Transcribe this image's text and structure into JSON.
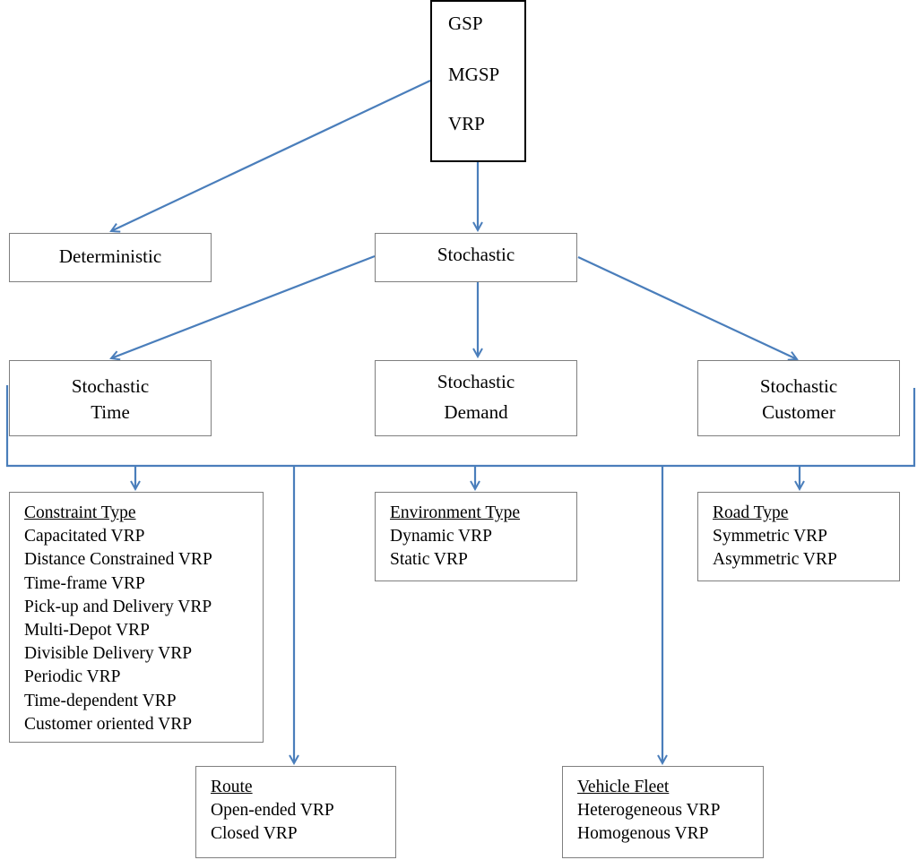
{
  "root": {
    "items": [
      "GSP",
      "MGSP",
      "VRP"
    ]
  },
  "level1": {
    "deterministic": "Deterministic",
    "stochastic": "Stochastic"
  },
  "level2": {
    "time": [
      "Stochastic",
      "Time"
    ],
    "demand": [
      "Stochastic",
      "Demand"
    ],
    "customer": [
      "Stochastic",
      "Customer"
    ]
  },
  "constraint_type": {
    "heading": "Constraint Type",
    "items": [
      "Capacitated VRP",
      "Distance Constrained VRP",
      "Time-frame VRP",
      "Pick-up and Delivery VRP",
      "Multi-Depot VRP",
      "Divisible Delivery VRP",
      "Periodic VRP",
      "Time-dependent VRP",
      "Customer oriented VRP"
    ]
  },
  "environment_type": {
    "heading": "Environment Type",
    "items": [
      "Dynamic VRP",
      "Static VRP"
    ]
  },
  "road_type": {
    "heading": "Road Type",
    "items": [
      "Symmetric VRP",
      "Asymmetric VRP"
    ]
  },
  "route": {
    "heading": "Route",
    "items": [
      "Open-ended VRP",
      "Closed VRP"
    ]
  },
  "vehicle_fleet": {
    "heading": "Vehicle Fleet",
    "items": [
      "Heterogeneous VRP",
      "Homogenous VRP"
    ]
  },
  "colors": {
    "connector": "#4a7ebb",
    "box_border": "#7f7f7f",
    "root_border": "#000000"
  }
}
